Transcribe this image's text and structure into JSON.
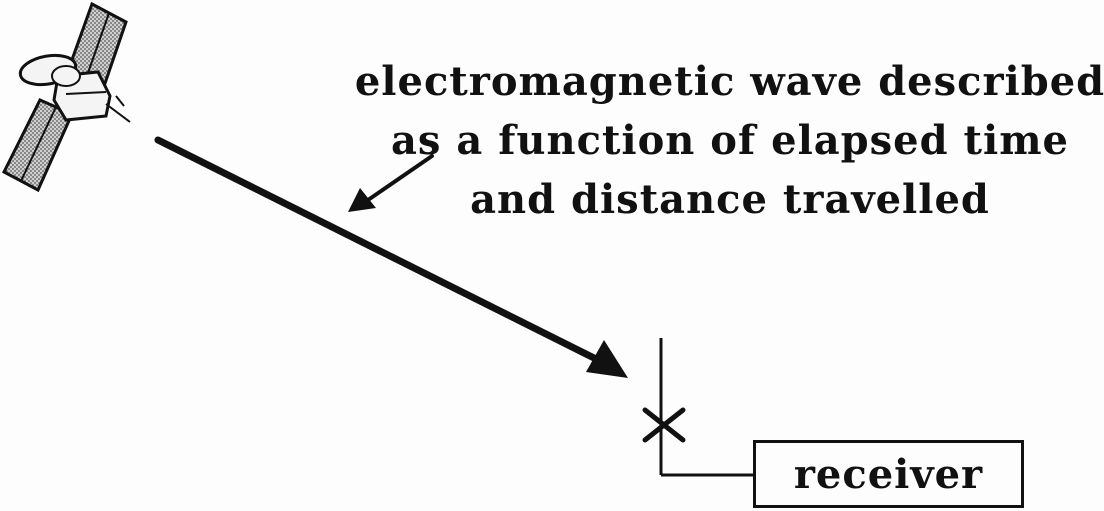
{
  "diagram": {
    "label_lines": [
      "electromagnetic wave described",
      "as a function of elapsed time",
      "and distance travelled"
    ],
    "receiver_label": "receiver",
    "icons": {
      "satellite": "satellite-icon",
      "antenna": "antenna-icon"
    },
    "colors": {
      "ink": "#111111",
      "panel_fill": "#9a9a9a",
      "background": "#fdfdfd"
    }
  }
}
